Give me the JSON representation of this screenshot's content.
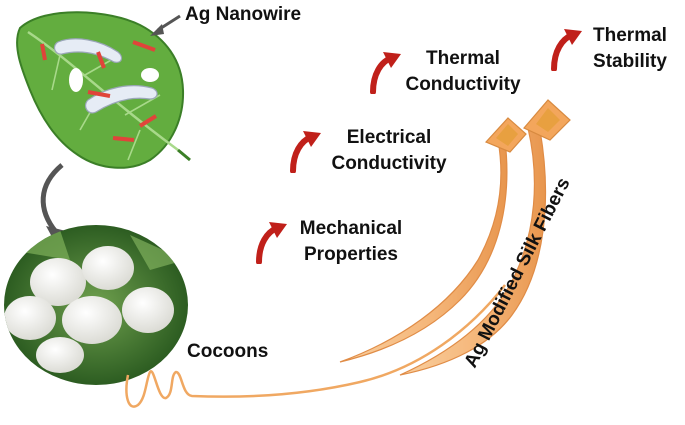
{
  "labels": {
    "nanowire": "Ag Nanowire",
    "cocoons": "Cocoons",
    "fibers": "Ag Modified Silk Fibers"
  },
  "properties": [
    {
      "line1": "Mechanical",
      "line2": "Properties",
      "arrow_icon": "red-up-arrow-icon"
    },
    {
      "line1": "Electrical",
      "line2": "Conductivity",
      "arrow_icon": "red-up-arrow-icon"
    },
    {
      "line1": "Thermal",
      "line2": "Conductivity",
      "arrow_icon": "red-up-arrow-icon"
    },
    {
      "line1": "Thermal",
      "line2": "Stability",
      "arrow_icon": "red-up-arrow-icon"
    }
  ],
  "colors": {
    "leaf": "#5fa83c",
    "leaf_dark": "#2e6b1c",
    "nanowire": "#e0443a",
    "arrow_red": "#c0201a",
    "fiber": "#f7c08a",
    "fiber_dark": "#e79b55",
    "cocoon_bg": "#3f7a2e",
    "thread": "#f0a862",
    "flow_arrow": "#555555"
  }
}
